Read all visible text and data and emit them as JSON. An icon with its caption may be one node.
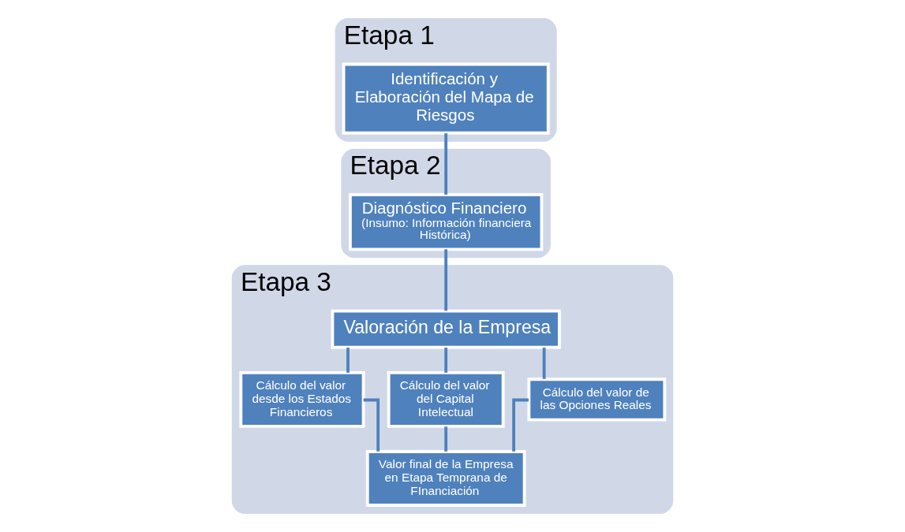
{
  "diagram": {
    "nodes": [
      {
        "text": [
          "Etapa 1"
        ]
      },
      {
        "text": [
          "Identificación y Elaboración del Mapa de Riesgos"
        ],
        "in": 0
      },
      {
        "text": [
          "Etapa 2"
        ]
      },
      {
        "text": [
          "Diagnóstico Financiero",
          "(Insumo: Información financiera Histórica)"
        ],
        "in": 2
      },
      {
        "text": [
          "Etapa 3"
        ]
      },
      {
        "text": [
          "Valoración de la Empresa"
        ],
        "in": 4
      },
      {
        "text": [
          "Cálculo del valor desde los Estados Financieros"
        ],
        "in": 4
      },
      {
        "text": [
          "Cálculo del valor del Capital Intelectual"
        ],
        "in": 4
      },
      {
        "text": [
          "Cálculo del valor de las Opciones Reales"
        ],
        "in": 4
      },
      {
        "text": [
          "Valor final de la Empresa en Etapa Temprana de FInanciación"
        ],
        "in": 4
      }
    ],
    "edges": [
      {
        "from": 1,
        "to": 3,
        "arrow": "none"
      },
      {
        "from": 3,
        "to": 5,
        "arrow": "none"
      },
      {
        "from": 5,
        "to": 6,
        "arrow": "none"
      },
      {
        "from": 5,
        "to": 7,
        "arrow": "none"
      },
      {
        "from": 5,
        "to": 8,
        "arrow": "none"
      },
      {
        "from": 6,
        "to": 9,
        "arrow": "none"
      },
      {
        "from": 7,
        "to": 9,
        "arrow": "none"
      },
      {
        "from": 8,
        "to": 9,
        "arrow": "none"
      }
    ]
  }
}
